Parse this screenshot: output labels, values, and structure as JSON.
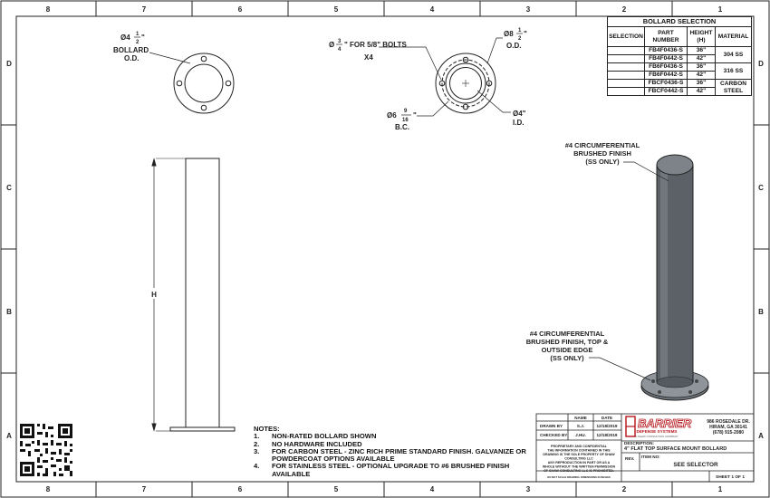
{
  "frame": {
    "columns_top": [
      "8",
      "7",
      "6",
      "5",
      "4",
      "3",
      "2",
      "1"
    ],
    "columns_bottom": [
      "8",
      "7",
      "6",
      "5",
      "4",
      "3",
      "2",
      "1"
    ],
    "rows_left": [
      "D",
      "C",
      "B",
      "A"
    ],
    "rows_right": [
      "D",
      "C",
      "B",
      "A"
    ]
  },
  "top_view_left": {
    "dim_prefix": "Ø4",
    "dim_frac_num": "1",
    "dim_frac_den": "2",
    "dim_suffix": "\"",
    "label_line1": "BOLLARD",
    "label_line2": "O.D."
  },
  "top_view_right": {
    "bolt_prefix": "Ø",
    "bolt_frac_num": "3",
    "bolt_frac_den": "4",
    "bolt_suffix": "\" FOR 5/8\" BOLTS",
    "bolt_qty": "X4",
    "od_prefix": "Ø8",
    "od_frac_num": "1",
    "od_frac_den": "2",
    "od_suffix": "\"",
    "od_label": "O.D.",
    "bc_prefix": "Ø6",
    "bc_frac_num": "9",
    "bc_frac_den": "16",
    "bc_suffix": "\"",
    "bc_label": "B.C.",
    "id_dim": "Ø4\"",
    "id_label": "I.D."
  },
  "side_view": {
    "height_label": "H"
  },
  "iso_view": {
    "callout_top_line1": "#4 CIRCUMFERENTIAL",
    "callout_top_line2": "BRUSHED FINISH",
    "callout_top_line3": "(SS ONLY)",
    "callout_bottom_line1": "#4 CIRCUMFERENTIAL",
    "callout_bottom_line2": "BRUSHED FINISH, TOP &",
    "callout_bottom_line3": "OUTSIDE EDGE",
    "callout_bottom_line4": "(SS ONLY)"
  },
  "selection_table": {
    "title": "BOLLARD SELECTION",
    "headers": {
      "selection": "SELECTION",
      "part_line1": "PART",
      "part_line2": "NUMBER",
      "height_line1": "HEIGHT",
      "height_line2": "(H)",
      "material": "MATERIAL"
    },
    "rows": [
      {
        "part": "FB4F0436-S",
        "height": "36\""
      },
      {
        "part": "FB4F0442-S",
        "height": "42\""
      },
      {
        "part": "FB6F0436-S",
        "height": "36\""
      },
      {
        "part": "FB6F0442-S",
        "height": "42\""
      },
      {
        "part": "FBCF0436-S",
        "height": "36\""
      },
      {
        "part": "FBCF0442-S",
        "height": "42\""
      }
    ],
    "materials": {
      "m304": "304 SS",
      "m316": "316 SS",
      "carbon_line1": "CARBON",
      "carbon_line2": "STEEL"
    }
  },
  "notes": {
    "title": "NOTES:",
    "items": [
      {
        "num": "1.",
        "text": "NON-RATED BOLLARD SHOWN"
      },
      {
        "num": "2.",
        "text": "NO HARDWARE INCLUDED"
      },
      {
        "num": "3.",
        "text": "FOR CARBON STEEL - ZINC RICH PRIME STANDARD FINISH. GALVANIZE OR POWDERCOAT OPTIONS AVAILABLE"
      },
      {
        "num": "4.",
        "text": "FOR STAINLESS STEEL - OPTIONAL UPGRADE TO #6 BRUSHED FINISH AVAILABLE"
      }
    ]
  },
  "title_block": {
    "col_name": "NAME",
    "col_date": "DATE",
    "drawn_label": "DRAWN BY",
    "drawn_name": "S.J.",
    "drawn_date": "12/18/2019",
    "checked_label": "CHECKED BY",
    "checked_name": "J.HU.",
    "checked_date": "12/18/2019",
    "company_name": "BARRIER",
    "company_sub": "DEFENSE SYSTEMS",
    "company_tag": "A SHAW CONSULTING COMPANY",
    "address_line1": "986 ROSEDALE DR.",
    "address_line2": "HIRAM, GA 30141",
    "address_line3": "(678) 915-2080",
    "proprietary_line1": "PROPRIETARY AND CONFIDENTIAL",
    "proprietary_line2": "THE INFORMATION CONTAINED IN THIS",
    "proprietary_line3": "DRAWING IS THE SOLE PROPERTY OF SHAW",
    "proprietary_line4": "CONSULTING LLC",
    "proprietary_line5": "ANY REPRODUCTION IN PART OR AS A",
    "proprietary_line6": "WHOLE WITHOUT THE WRITTEN PERMISSION",
    "proprietary_line7": "OF SHAW CONSULTING LLC IS PROHIBITED.",
    "description_label": "DESCRIPTION:",
    "description": "4\" FLAT TOP SURFACE MOUNT BOLLARD",
    "rev_label": "REV.",
    "item_label": "ITEM NO:",
    "item_value": "SEE SELECTOR",
    "sheet": "SHEET 1 OF 1",
    "fine_print": "DO NOT SCALE DRAWING. DIMENSIONS IN INCHES"
  }
}
